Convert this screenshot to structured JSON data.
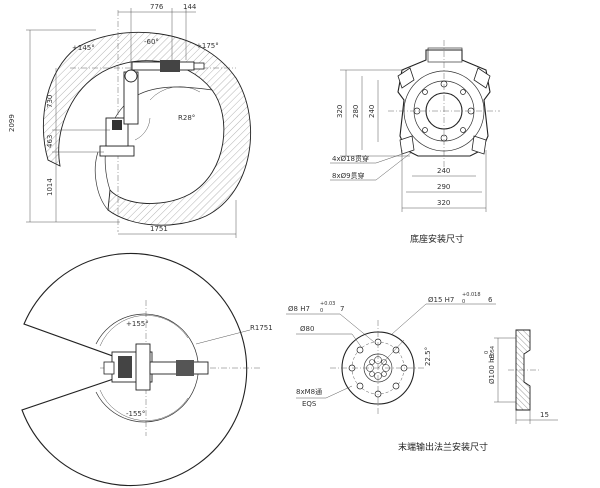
{
  "side_view": {
    "dims": {
      "top_reach": "776",
      "top_offset": "144",
      "height_total": "2099",
      "upper_arm": "730",
      "lower_link": "463",
      "base_height": "1014",
      "reach_bottom": "1751",
      "angle_1": "+175°",
      "angle_2": "+145°",
      "angle_3": "-60°",
      "angle_4": "R28°"
    }
  },
  "base": {
    "caption": "底座安装尺寸",
    "dims": {
      "height_outer": "320",
      "height_mid": "280",
      "height_inner": "240",
      "width_inner": "240",
      "width_mid": "290",
      "width_outer": "320"
    },
    "callouts": {
      "holes_18": "4xØ18贯穿",
      "holes_9": "8xØ9贯穿"
    }
  },
  "top_view": {
    "angle_pos": "+155°",
    "angle_neg": "-155°",
    "radius": "R1751"
  },
  "flange": {
    "caption": "末端输出法兰安装尺寸",
    "callouts": {
      "pin_8": "Ø8 H7",
      "pin_8_tol": "+0.03",
      "pin_8_tol_low": "0",
      "pin_8_depth": "7",
      "pin_15": "Ø15 H7",
      "pin_15_tol": "+0.018",
      "pin_15_tol_low": "0",
      "pin_15_depth": "6",
      "pcd": "Ø80",
      "angle": "22.5°",
      "thread": "8xM8通",
      "eqs": "EQS",
      "bore": "Ø100 h8",
      "bore_tol": "0",
      "bore_tol_low": "-0.054",
      "thickness": "15"
    }
  }
}
